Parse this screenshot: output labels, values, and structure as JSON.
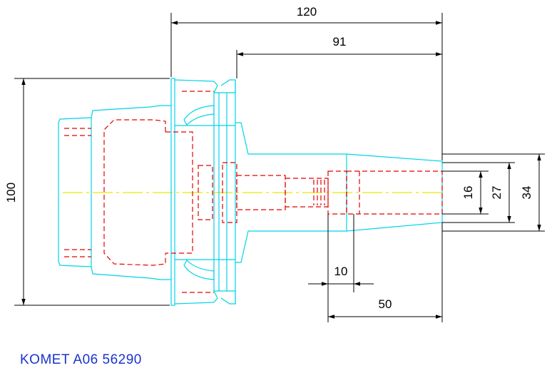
{
  "dimensions": {
    "overall_length": "120",
    "shank_length": "91",
    "flange_diameter": "100",
    "bore_diameter": "16",
    "clamp_diameter": "27",
    "nose_diameter": "34",
    "bore_offset": "10",
    "bore_depth": "50"
  },
  "caption": "KOMET A06 56290",
  "colors": {
    "outline": "#00d4e6",
    "hidden": "#e60000",
    "centerline": "#e6e600",
    "dimension": "#000000",
    "caption": "#1a33cc"
  }
}
